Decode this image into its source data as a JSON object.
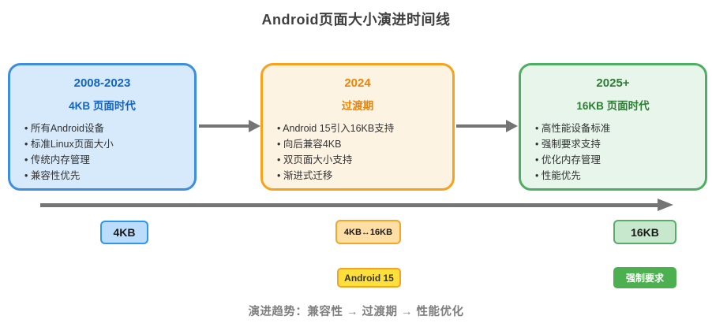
{
  "title": "Android页面大小演进时间线",
  "stages": [
    {
      "period": "2008-2023",
      "name": "4KB 页面时代",
      "bullets": [
        "所有Android设备",
        "标准Linux页面大小",
        "传统内存管理",
        "兼容性优先"
      ],
      "colors": {
        "background": "#D6EAFB",
        "border": "#3E8EE0",
        "heading": "#1464C4"
      }
    },
    {
      "period": "2024",
      "name": "过渡期",
      "bullets": [
        "Android 15引入16KB支持",
        "向后兼容4KB",
        "双页面大小支持",
        "渐进式迁移"
      ],
      "colors": {
        "background": "#FDF3E3",
        "border": "#F8A21C",
        "heading": "#EF8300"
      }
    },
    {
      "period": "2025+",
      "name": "16KB 页面时代",
      "bullets": [
        "高性能设备标准",
        "强制要求支持",
        "优化内存管理",
        "性能优先"
      ],
      "colors": {
        "background": "#E7F5EB",
        "border": "#4FAE63",
        "heading": "#2E7D34"
      }
    }
  ],
  "timeline": {
    "axis_color": "#757575",
    "badges": [
      {
        "label": "4KB",
        "background": "#BBDCFA",
        "border": "#2E97EE",
        "text": "#1A1A1A"
      },
      {
        "label": "4KB↔16KB",
        "background": "#FFDFA6",
        "border": "#F5A623",
        "text": "#1A1A1A"
      },
      {
        "label": "16KB",
        "background": "#C8E8CD",
        "border": "#55AD68",
        "text": "#1A1A1A"
      }
    ],
    "milestones": [
      {
        "label": "Android 15",
        "background": "#FFE03A",
        "border": "#F0A32A",
        "text": "#333333"
      },
      {
        "label": "强制要求",
        "background": "#4CAF50",
        "border": "#4CAF50",
        "text": "#FFFFFF"
      }
    ]
  },
  "footer": {
    "text": "演进趋势：兼容性 → 过渡期 → 性能优化",
    "color": "#7F7F7F"
  }
}
